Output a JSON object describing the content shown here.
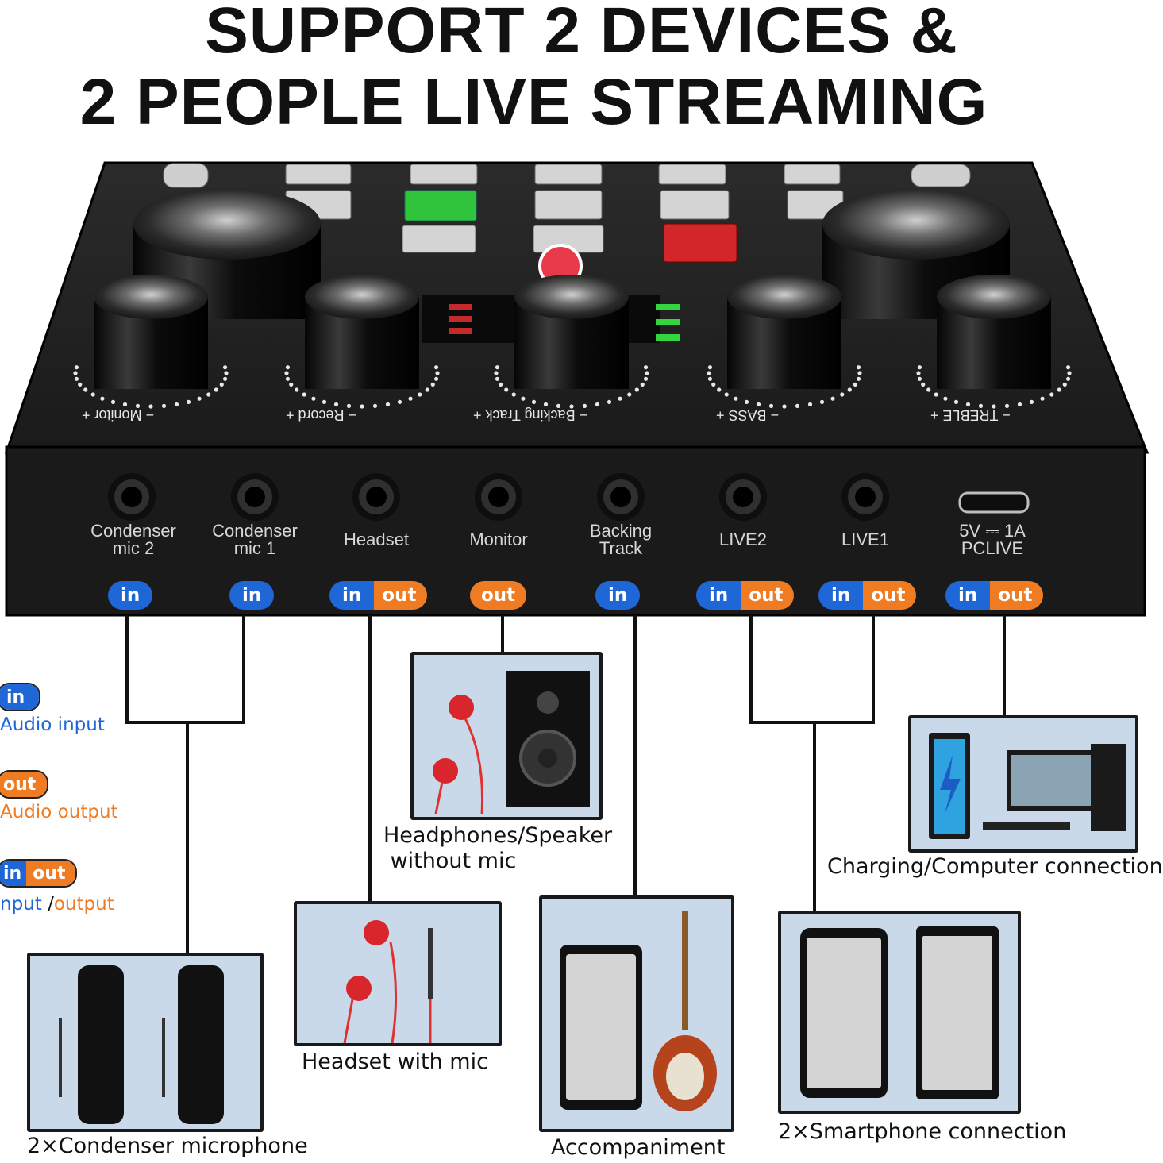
{
  "headline": {
    "line1": "SUPPORT 2 DEVICES &",
    "line2": "2 PEOPLE LIVE STREAMING"
  },
  "knobs": [
    "Monitor",
    "Record",
    "Backing Track",
    "BASS",
    "TREBLE"
  ],
  "ports": [
    {
      "label": "Condenser\nmic 2",
      "in": "in",
      "out": null
    },
    {
      "label": "Condenser\nmic 1",
      "in": "in",
      "out": null
    },
    {
      "label": "Headset",
      "in": "in",
      "out": "out"
    },
    {
      "label": "Monitor",
      "in": null,
      "out": "out"
    },
    {
      "label": "Backing\nTrack",
      "in": "in",
      "out": null
    },
    {
      "label": "LIVE2",
      "in": "in",
      "out": "out"
    },
    {
      "label": "LIVE1",
      "in": "in",
      "out": "out"
    },
    {
      "label": "5V ⎓ 1A\nPCLIVE",
      "in": "in",
      "out": "out"
    }
  ],
  "legend": {
    "in_pill": "in",
    "in_text": "Audio input",
    "out_pill": "out",
    "out_text": "Audio output",
    "inout_in": "in",
    "inout_out": "out",
    "inout_text_in": "nput",
    "inout_text_sep": " /",
    "inout_text_out": "output"
  },
  "boxes": {
    "speaker": "Headphones/Speaker\n without mic",
    "computer": "Charging/Computer connection",
    "headset": "Headset with mic",
    "accomp": "Accompaniment",
    "smartphone": "2×Smartphone connection",
    "microphone": "2×Condenser microphone"
  },
  "colors": {
    "in": "#1f66d6",
    "out": "#ef7b22",
    "box_bg": "#c9d9ea"
  }
}
